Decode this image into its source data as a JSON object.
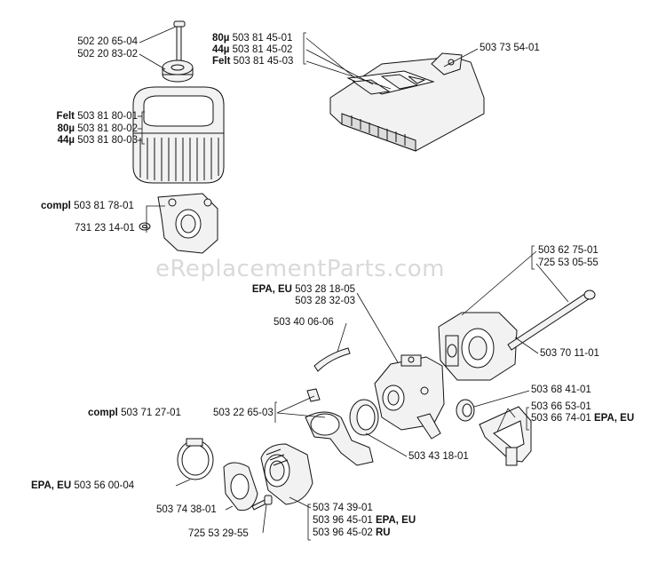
{
  "watermark": "eReplacementParts.com",
  "labels": {
    "l_502_20_65_04": "502 20 65-04",
    "l_502_20_83_02": "502 20 83-02",
    "l_felt_503_81_80_01_pre": "Felt",
    "l_felt_503_81_80_01": "503 81 80-01",
    "l_80u_503_81_80_02_pre": "80µ",
    "l_80u_503_81_80_02": "503 81 80-02",
    "l_44u_503_81_80_03_pre": "44µ",
    "l_44u_503_81_80_03": "503 81 80-03",
    "l_80u_503_81_45_01_pre": "80µ",
    "l_80u_503_81_45_01": "503 81 45-01",
    "l_44u_503_81_45_02_pre": "44µ",
    "l_44u_503_81_45_02": "503 81 45-02",
    "l_felt_503_81_45_03_pre": "Felt",
    "l_felt_503_81_45_03": "503 81 45-03",
    "l_503_73_54_01": "503 73 54-01",
    "l_compl_503_81_78_01_pre": "compl",
    "l_compl_503_81_78_01": "503 81 78-01",
    "l_731_23_14_01": "731 23 14-01",
    "l_503_62_75_01": "503 62 75-01",
    "l_725_53_05_55": "725 53 05-55",
    "l_epa_eu_503_28_18_05_pre": "EPA, EU",
    "l_epa_eu_503_28_18_05": "503 28 18-05",
    "l_503_28_32_03": "503 28 32-03",
    "l_503_40_06_06": "503 40 06-06",
    "l_503_70_11_01": "503 70 11-01",
    "l_503_68_41_01": "503 68 41-01",
    "l_compl_503_71_27_01_pre": "compl",
    "l_compl_503_71_27_01": "503 71 27-01",
    "l_503_22_65_03": "503 22 65-03",
    "l_503_66_53_01": "503 66 53-01",
    "l_503_66_74_01": "503 66 74-01",
    "l_503_66_74_01_suf": "EPA, EU",
    "l_503_43_18_01": "503 43 18-01",
    "l_epa_eu_503_56_00_04_pre": "EPA, EU",
    "l_epa_eu_503_56_00_04": "503 56 00-04",
    "l_503_74_38_01": "503 74 38-01",
    "l_503_74_39_01": "503 74 39-01",
    "l_503_96_45_01": "503 96 45-01",
    "l_503_96_45_01_suf": "EPA, EU",
    "l_503_96_45_02": "503 96 45-02",
    "l_503_96_45_02_suf": "RU",
    "l_725_53_29_55": "725 53 29-55"
  }
}
